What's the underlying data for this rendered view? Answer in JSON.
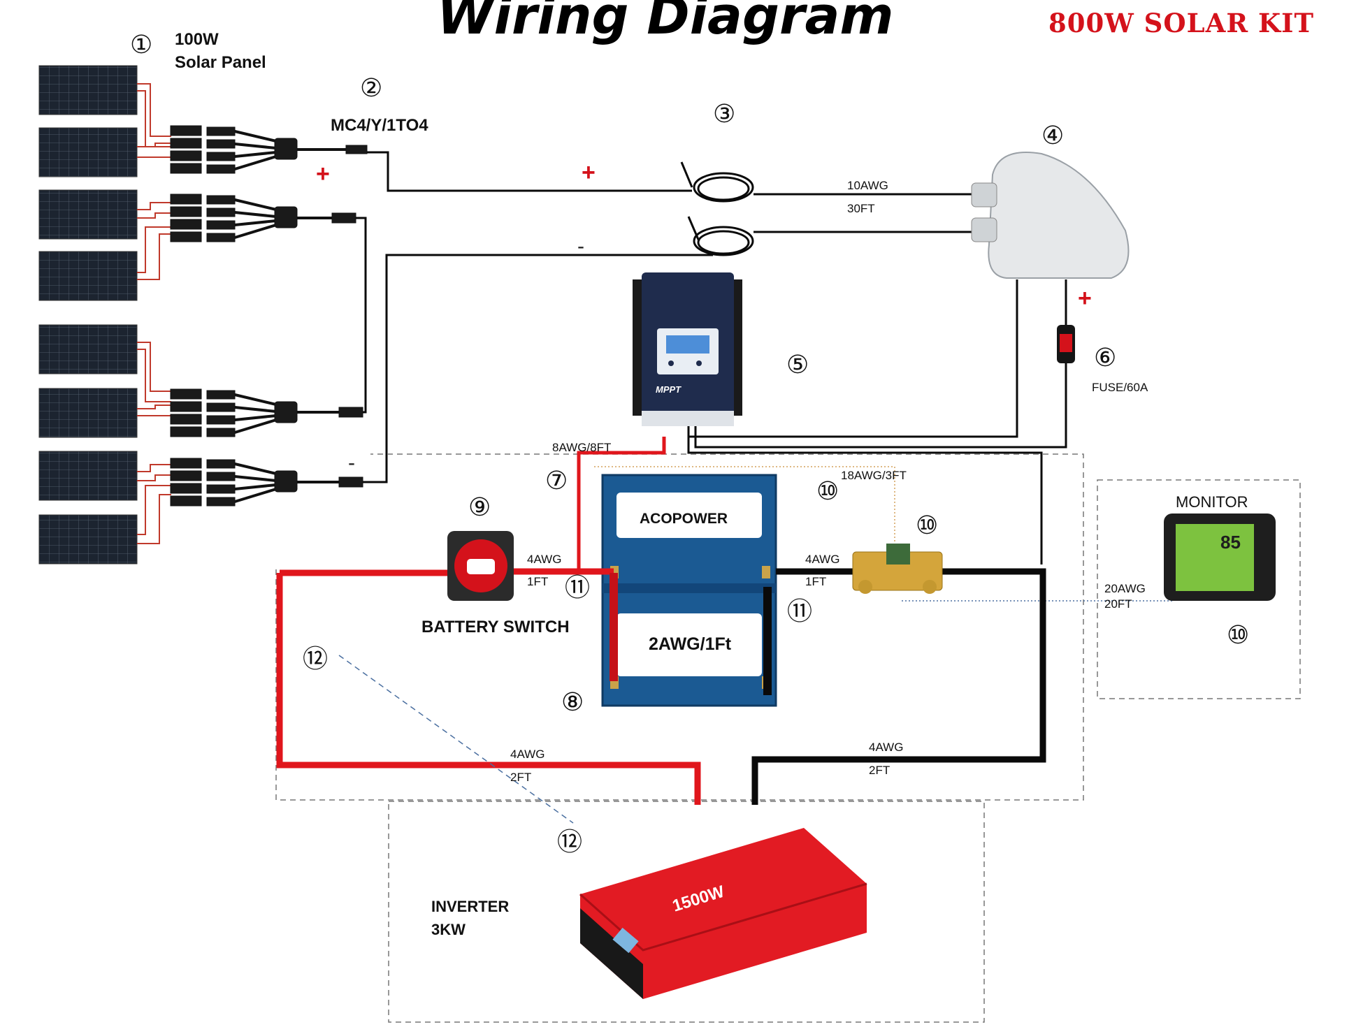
{
  "title": "Wiring Diagram",
  "kit_label": "800W SOLAR KIT",
  "colors": {
    "positive_wire": "#e0161c",
    "negative_wire": "#0a0a0a",
    "title_accent": "#d4121b",
    "inverter_red": "#e21b23",
    "battery_blue": "#1b5a93",
    "controller_navy": "#1f2c4d"
  },
  "callout_numbers": [
    "①",
    "②",
    "③",
    "④",
    "⑤",
    "⑥",
    "⑦",
    "⑧",
    "⑨",
    "⑩",
    "⑪",
    "⑫"
  ],
  "components": {
    "panel": {
      "label_line1": "100W",
      "label_line2": "Solar Panel"
    },
    "branch_connector": {
      "label": "MC4/Y/1TO4"
    },
    "cable_10awg": {
      "gauge": "10AWG",
      "length": "30FT"
    },
    "fuse": {
      "label": "FUSE/60A"
    },
    "controller_wire": {
      "label": "8AWG/8FT"
    },
    "shunt_wire": {
      "label": "18AWG/3FT"
    },
    "battery": {
      "brand": "ACOPOWER",
      "jumper_label": "2AWG/1Ft"
    },
    "battery_switch": {
      "label": "BATTERY SWITCH",
      "gauge": "4AWG",
      "length": "1FT"
    },
    "shunt_link": {
      "gauge": "4AWG",
      "length": "1FT"
    },
    "monitor": {
      "label": "MONITOR",
      "screen_big": "85",
      "cable_gauge": "20AWG",
      "cable_length": "20FT"
    },
    "inverter_red_cable": {
      "gauge": "4AWG",
      "length": "2FT"
    },
    "inverter_black_cable": {
      "gauge": "4AWG",
      "length": "2FT"
    },
    "inverter": {
      "label_line1": "INVERTER",
      "label_line2": "3KW",
      "brand_text": "1500W"
    },
    "controller": {
      "label": "MPPT"
    }
  },
  "polarity": {
    "plus": "+",
    "minus": "-"
  }
}
